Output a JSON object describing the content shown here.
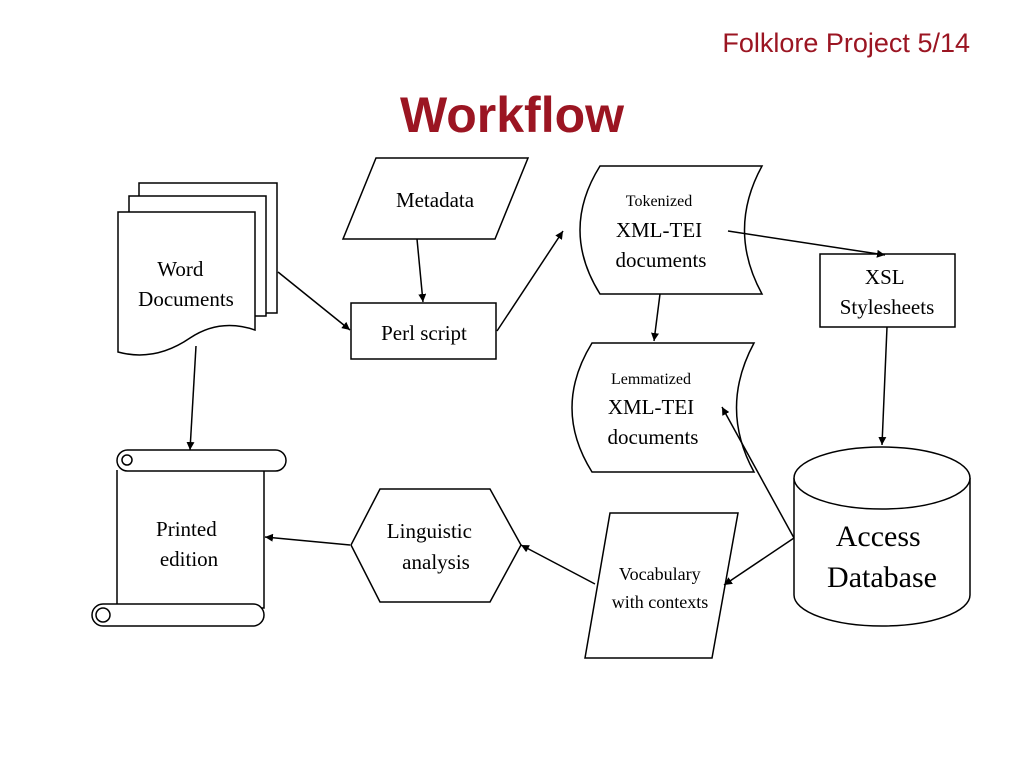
{
  "header": {
    "project": "Folklore Project 5/14",
    "title": "Workflow"
  },
  "nodes": {
    "word_documents": [
      "Word",
      "Documents"
    ],
    "metadata": "Metadata",
    "perl_script": "Perl script",
    "tokenized": [
      "Tokenized",
      "XML-TEI",
      "documents"
    ],
    "xsl": [
      "XSL",
      "Stylesheets"
    ],
    "lemmatized": [
      "Lemmatized",
      "XML-TEI",
      "documents"
    ],
    "access_db": [
      "Access",
      "Database"
    ],
    "printed_edition": [
      "Printed",
      "edition"
    ],
    "linguistic_analysis": [
      "Linguistic",
      "analysis"
    ],
    "vocabulary": [
      "Vocabulary",
      "with contexts"
    ]
  },
  "colors": {
    "accent": "#9b1522",
    "stroke": "#000000"
  }
}
